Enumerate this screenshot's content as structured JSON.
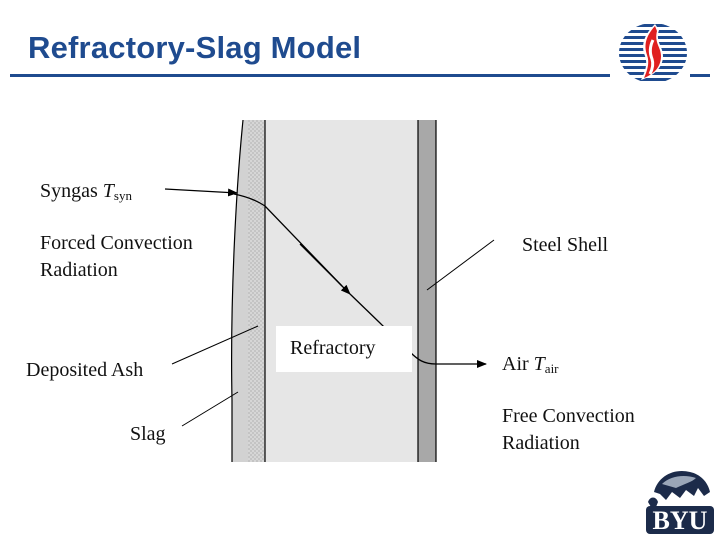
{
  "header": {
    "title": "Refractory-Slag Model"
  },
  "diagram": {
    "labels": {
      "syngas_prefix": "Syngas ",
      "syngas_var": "T",
      "syngas_sub": "syn",
      "forced_convection": "Forced Convection",
      "radiation_left": "Radiation",
      "deposited_ash": "Deposited Ash",
      "slag": "Slag",
      "refractory": "Refractory",
      "steel_shell": "Steel Shell",
      "air_prefix": "Air ",
      "air_var": "T",
      "air_sub": "air",
      "free_convection": "Free Convection",
      "radiation_right": "Radiation"
    },
    "colors": {
      "refractory_fill": "#e6e6e6",
      "slag_fill": "#d2d2d2",
      "steel_shell_fill": "#a8a8a8",
      "line": "#000000"
    }
  },
  "logos": {
    "top_icon": "flame-logo-icon",
    "bottom_icon": "byu-cougar-logo-icon",
    "byu_text": "BYU",
    "flame_color": "#e02020",
    "stripe_color": "#1f4b8f"
  }
}
